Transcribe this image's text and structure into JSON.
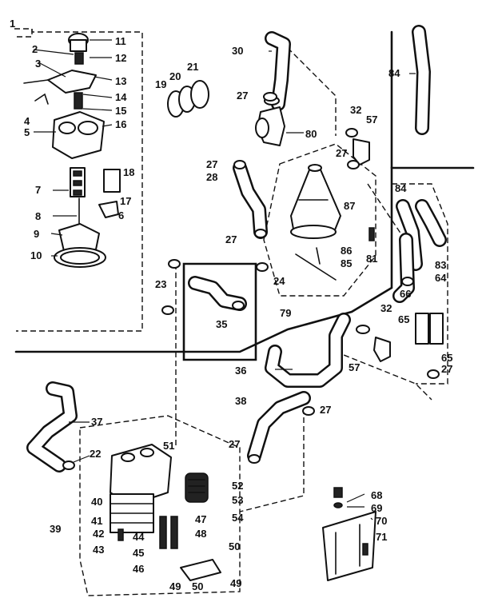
{
  "labels": {
    "p1": "1",
    "p2": "2",
    "p3": "3",
    "p4": "4",
    "p5": "5",
    "p6": "6",
    "p7": "7",
    "p8": "8",
    "p9": "9",
    "p10": "10",
    "p11": "11",
    "p12": "12",
    "p13": "13",
    "p14": "14",
    "p15": "15",
    "p16": "16",
    "p17": "17",
    "p18": "18",
    "p19": "19",
    "p20": "20",
    "p21": "21",
    "p22": "22",
    "p23": "23",
    "p24": "24",
    "p27a": "27",
    "p27b": "27",
    "p27c": "27",
    "p27d": "27",
    "p27e": "27",
    "p27f": "27",
    "p28": "28",
    "p30": "30",
    "p32a": "32",
    "p32b": "32",
    "p35": "35",
    "p36": "36",
    "p37": "37",
    "p38": "38",
    "p39": "39",
    "p40": "40",
    "p41": "41",
    "p42": "42",
    "p43": "43",
    "p44": "44",
    "p45": "45",
    "p46": "46",
    "p47": "47",
    "p48": "48",
    "p49a": "49",
    "p49b": "49",
    "p50a": "50",
    "p50b": "50",
    "p51": "51",
    "p52": "52",
    "p53": "53",
    "p54": "54",
    "p57a": "57",
    "p57b": "57",
    "p64": "64",
    "p65a": "65",
    "p65b": "65",
    "p66": "66",
    "p68": "68",
    "p69": "69",
    "p70": "70",
    "p71": "71",
    "p79": "79",
    "p80": "80",
    "p81": "81",
    "p83": "83",
    "p84a": "84",
    "p84b": "84",
    "p85": "85",
    "p86": "86",
    "p87": "87"
  },
  "colors": {
    "ink": "#111111",
    "paper": "#ffffff"
  }
}
